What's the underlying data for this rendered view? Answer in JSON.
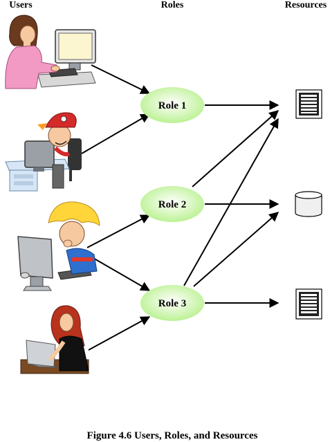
{
  "headers": {
    "users": "Users",
    "roles": "Roles",
    "resources": "Resources"
  },
  "roles": [
    "Role 1",
    "Role 2",
    "Role 3"
  ],
  "caption": "Figure 4.6  Users, Roles, and Resources",
  "colors": {
    "role_fill_center": "#ffffff",
    "role_fill_edge": "#b6f08a",
    "skin": "#f6c9a0",
    "user1_shirt": "#f39ac4",
    "user1_hair": "#6b3a1e",
    "user3_hair": "#ffd53a",
    "user3_shirt": "#2e6fd0",
    "user4_hair": "#b8321e",
    "monitor": "#9aa0a6"
  },
  "icons": {
    "user1": "woman-at-computer-icon",
    "user2": "pirate-at-computer-icon",
    "user3": "boy-at-computer-icon",
    "user4": "woman-with-laptop-icon",
    "resource1": "document-icon",
    "resource2": "database-icon",
    "resource3": "document-icon"
  }
}
